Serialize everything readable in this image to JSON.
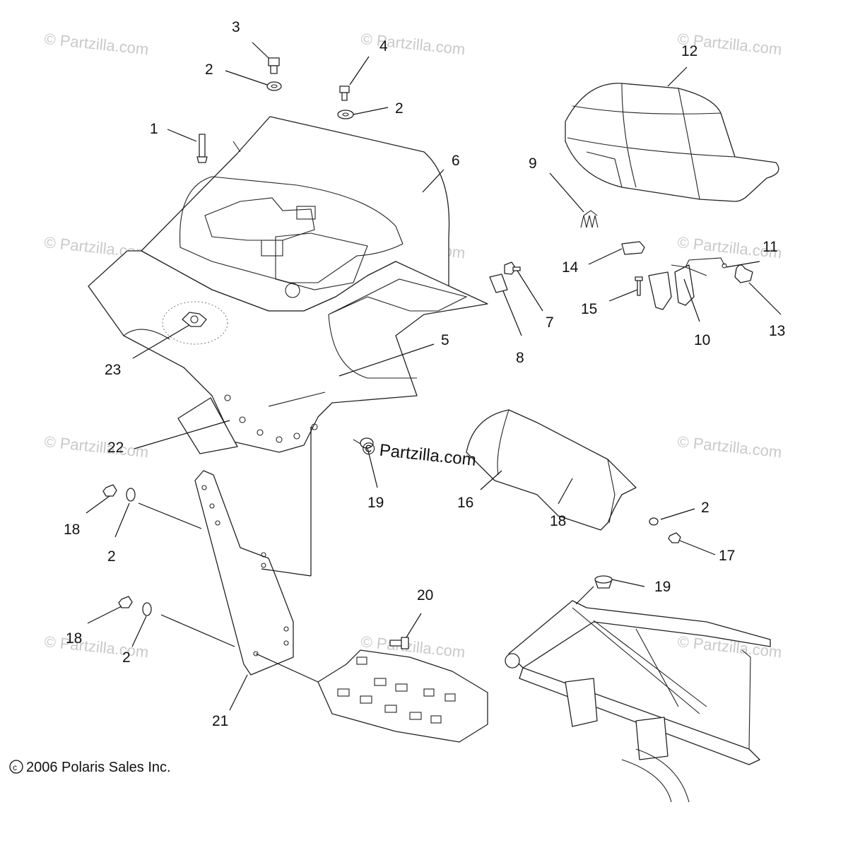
{
  "callouts": {
    "c1": "1",
    "c2a": "2",
    "c2b": "2",
    "c2c": "2",
    "c2d": "2",
    "c2e": "2",
    "c3": "3",
    "c4": "4",
    "c5": "5",
    "c6": "6",
    "c7": "7",
    "c8": "8",
    "c9": "9",
    "c10": "10",
    "c11": "11",
    "c12": "12",
    "c13": "13",
    "c14": "14",
    "c15": "15",
    "c16": "16",
    "c17": "17",
    "c18a": "18",
    "c18b": "18",
    "c18c": "18",
    "c19a": "19",
    "c19b": "19",
    "c20": "20",
    "c21": "21",
    "c22": "22",
    "c23": "23"
  },
  "watermark": "© Partzilla.com",
  "center_watermark": "© Partzilla.com",
  "copyright": "2006 Polaris Sales Inc."
}
